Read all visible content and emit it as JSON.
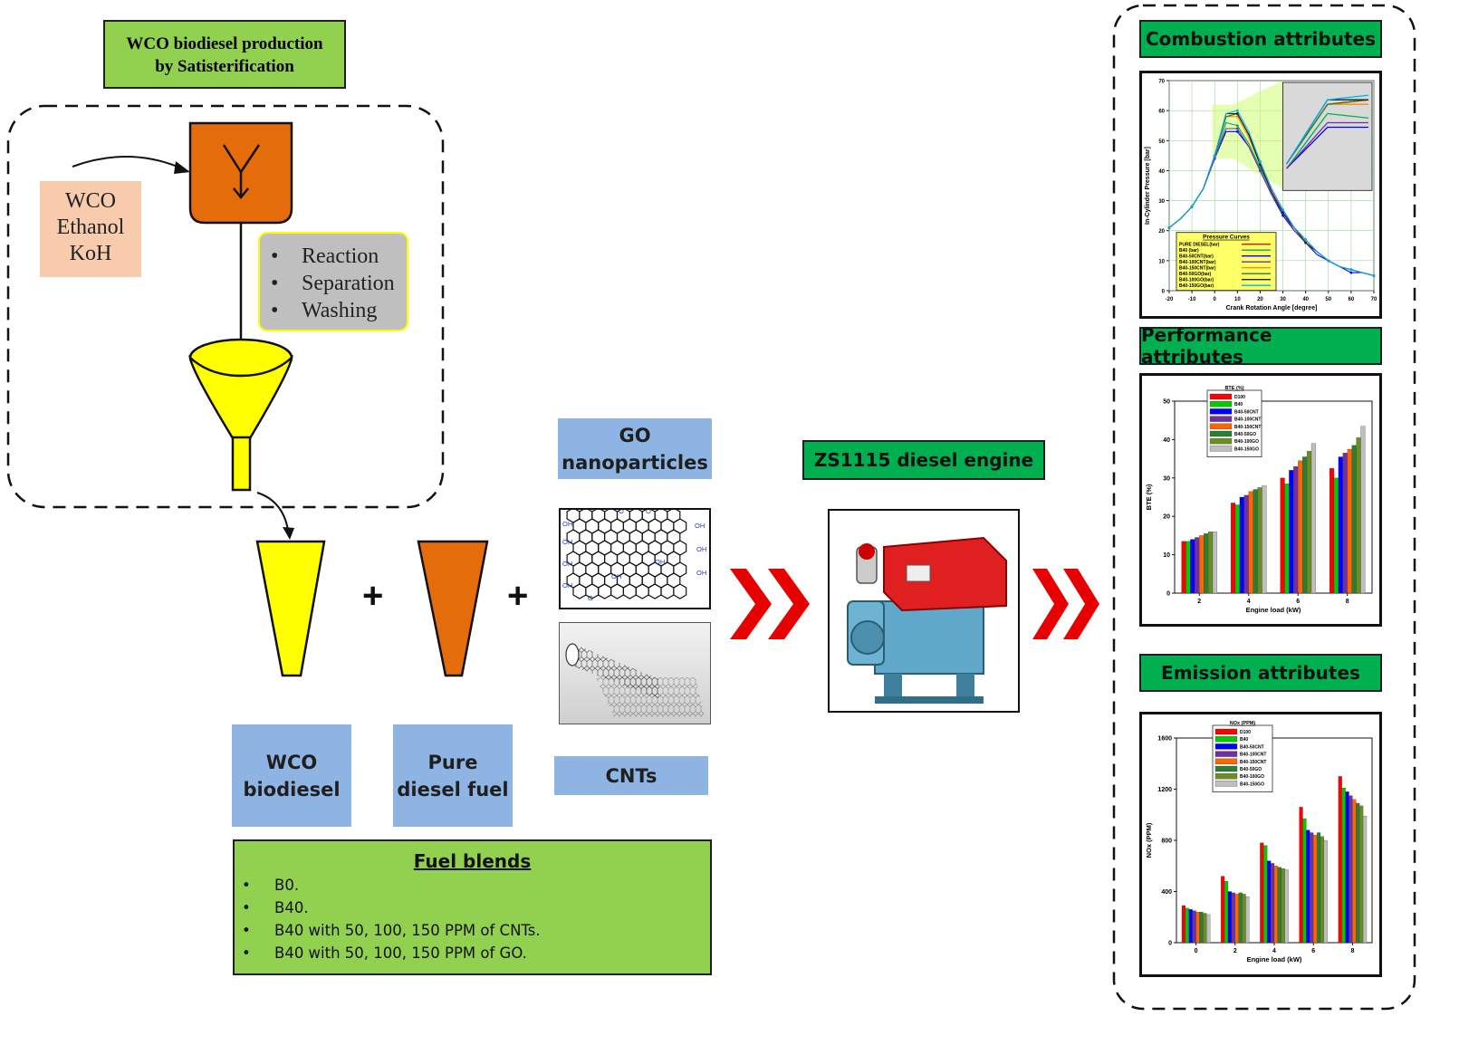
{
  "production": {
    "title_line1": "WCO biodiesel production",
    "title_line2": "by Satisterification",
    "inputs": [
      "WCO",
      "Ethanol",
      "KoH"
    ],
    "steps": [
      "Reaction",
      "Separation",
      "Washing"
    ]
  },
  "fuels": {
    "wco_biodiesel": [
      "WCO",
      "biodiesel"
    ],
    "pure_diesel": [
      "Pure",
      "diesel fuel"
    ],
    "plus": "+"
  },
  "nanoparticles": {
    "go_label": [
      "GO",
      "nanoparticles"
    ],
    "cnt_label": "CNTs",
    "go_groups": [
      "OH",
      "OH",
      "OH",
      "OH",
      "OH",
      "OH",
      "OH",
      "OH",
      "OH",
      "O",
      "O",
      "O"
    ]
  },
  "blends": {
    "title": "Fuel blends",
    "items": [
      "B0.",
      "B40.",
      "B40 with 50, 100, 150 PPM of CNTs.",
      "B40 with 50, 100, 150 PPM of GO."
    ]
  },
  "engine": {
    "title": "ZS1115 diesel engine"
  },
  "attributes": {
    "combustion_title": "Combustion attributes",
    "performance_title": "Performance attributes",
    "emission_title": "Emission attributes"
  },
  "colors": {
    "green_light": "#92d050",
    "green_dark": "#00b050",
    "blue_label": "#8eb4e3",
    "orange": "#e46c0a",
    "yellow": "#ffff00",
    "peach": "#f8cbad",
    "gray_box": "#bfbfbf",
    "red_chevron": "#e60000"
  },
  "chart_data": [
    {
      "type": "line",
      "title": "Pressure Curves",
      "xlabel": "Crank Rotation Angle [degree]",
      "ylabel": "In-Cylinder Pressure [bar]",
      "xlim": [
        -20,
        70
      ],
      "ylim": [
        0,
        70
      ],
      "x_ticks": [
        -20,
        -10,
        0,
        10,
        20,
        30,
        40,
        50,
        60,
        70
      ],
      "y_ticks": [
        0,
        10,
        20,
        30,
        40,
        50,
        60,
        70
      ],
      "x": [
        -20,
        -15,
        -10,
        -5,
        0,
        5,
        10,
        15,
        20,
        25,
        30,
        35,
        40,
        45,
        50,
        55,
        60,
        65,
        70
      ],
      "series": [
        {
          "name": "PURE DIESEL(bar)",
          "color": "#ff0000",
          "values": [
            21,
            24,
            28,
            34,
            45,
            58,
            59,
            52,
            43,
            34,
            27,
            21,
            17,
            13,
            10,
            8,
            7,
            6,
            5
          ]
        },
        {
          "name": "B40 (bar)",
          "color": "#00b050",
          "values": [
            21,
            24,
            28,
            34,
            44,
            56,
            55,
            49,
            41,
            33,
            26,
            20,
            16,
            13,
            10,
            8,
            7,
            6,
            5
          ]
        },
        {
          "name": "B40-50CNT(bar)",
          "color": "#0000ff",
          "values": [
            21,
            24,
            28,
            34,
            44,
            53,
            53,
            48,
            40,
            32,
            25,
            20,
            16,
            12,
            10,
            8,
            6,
            6,
            5
          ]
        },
        {
          "name": "B40-100CNT(bar)",
          "color": "#7030a0",
          "values": [
            21,
            24,
            28,
            34,
            44,
            54,
            54,
            48,
            40,
            32,
            26,
            20,
            16,
            13,
            10,
            8,
            7,
            6,
            5
          ]
        },
        {
          "name": "B40-150CNT(bar)",
          "color": "#ff8c00",
          "values": [
            21,
            24,
            28,
            34,
            45,
            58,
            58,
            51,
            42,
            33,
            26,
            21,
            16,
            13,
            10,
            8,
            7,
            6,
            5
          ]
        },
        {
          "name": "B40-50GO(bar)",
          "color": "#2e7d32",
          "values": [
            21,
            24,
            28,
            34,
            45,
            58,
            59,
            52,
            42,
            33,
            26,
            21,
            17,
            13,
            10,
            8,
            7,
            6,
            5
          ]
        },
        {
          "name": "B40-100GO(bar)",
          "color": "#222222",
          "values": [
            21,
            24,
            28,
            34,
            45,
            59,
            59,
            52,
            42,
            33,
            26,
            21,
            16,
            13,
            10,
            8,
            7,
            6,
            5
          ]
        },
        {
          "name": "B40-150GO(bar)",
          "color": "#00b0f0",
          "values": [
            21,
            24,
            28,
            34,
            45,
            59,
            60,
            53,
            43,
            34,
            27,
            21,
            17,
            13,
            10,
            8,
            7,
            6,
            5
          ]
        }
      ],
      "grid": true,
      "legend": "bottom-left"
    },
    {
      "type": "bar",
      "title": "BTE (%)",
      "xlabel": "Engine load (kW)",
      "ylabel": "BTE (%)",
      "ylim": [
        0,
        50
      ],
      "y_ticks": [
        0,
        10,
        20,
        30,
        40,
        50
      ],
      "categories": [
        "2",
        "4",
        "6",
        "8"
      ],
      "series": [
        {
          "name": "D100",
          "color": "#ff0000",
          "values": [
            13.5,
            23.5,
            30,
            32.5
          ]
        },
        {
          "name": "B40",
          "color": "#00cc00",
          "values": [
            13.5,
            23,
            28.5,
            30
          ]
        },
        {
          "name": "B40-50CNT",
          "color": "#0000ff",
          "values": [
            14,
            25,
            32,
            35.5
          ]
        },
        {
          "name": "B40-100CNT",
          "color": "#7030a0",
          "values": [
            14.5,
            25.5,
            33,
            36.5
          ]
        },
        {
          "name": "B40-150CNT",
          "color": "#ff6600",
          "values": [
            15,
            26.5,
            34.5,
            37.5
          ]
        },
        {
          "name": "B40-50GO",
          "color": "#2e7d32",
          "values": [
            15.5,
            27,
            35.5,
            38.5
          ]
        },
        {
          "name": "B40-100GO",
          "color": "#6b8e23",
          "values": [
            16,
            27.5,
            37,
            40.5
          ]
        },
        {
          "name": "B40-150GO",
          "color": "#bfbfbf",
          "values": [
            16,
            28,
            39,
            43.5
          ]
        }
      ],
      "legend": "top"
    },
    {
      "type": "bar",
      "title": "NOx (PPM)",
      "xlabel": "Engine load (kW)",
      "ylabel": "NOx (PPM)",
      "ylim": [
        0,
        1600
      ],
      "y_ticks": [
        0,
        400,
        800,
        1200,
        1600
      ],
      "categories": [
        "0",
        "2",
        "4",
        "6",
        "8"
      ],
      "series": [
        {
          "name": "D100",
          "color": "#ff0000",
          "values": [
            290,
            520,
            780,
            1060,
            1300
          ]
        },
        {
          "name": "B40",
          "color": "#00cc00",
          "values": [
            270,
            480,
            760,
            970,
            1210
          ]
        },
        {
          "name": "B40-50CNT",
          "color": "#0000ff",
          "values": [
            260,
            400,
            640,
            880,
            1180
          ]
        },
        {
          "name": "B40-100CNT",
          "color": "#7030a0",
          "values": [
            250,
            390,
            620,
            860,
            1150
          ]
        },
        {
          "name": "B40-150CNT",
          "color": "#ff6600",
          "values": [
            240,
            380,
            600,
            840,
            1120
          ]
        },
        {
          "name": "B40-50GO",
          "color": "#2e7d32",
          "values": [
            240,
            390,
            590,
            860,
            1090
          ]
        },
        {
          "name": "B40-100GO",
          "color": "#6b8e23",
          "values": [
            230,
            380,
            580,
            830,
            1070
          ]
        },
        {
          "name": "B40-150GO",
          "color": "#bfbfbf",
          "values": [
            220,
            360,
            570,
            800,
            990
          ]
        }
      ],
      "legend": "top"
    }
  ]
}
